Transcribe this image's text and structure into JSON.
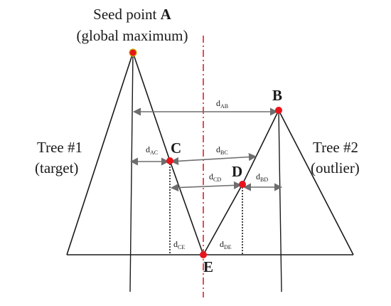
{
  "seed": {
    "line1_prefix": "Seed point ",
    "line1_bold": "A",
    "line2": "(global maximum)"
  },
  "tree1": {
    "name": "Tree #1",
    "role": "(target)"
  },
  "tree2": {
    "name": "Tree #2",
    "role": "(outlier)"
  },
  "points": {
    "B": "B",
    "C": "C",
    "D": "D",
    "E": "E"
  },
  "distances": {
    "AB": {
      "d": "d",
      "sub": "AB"
    },
    "AC": {
      "d": "d",
      "sub": "AC"
    },
    "BC": {
      "d": "d",
      "sub": "BC"
    },
    "CD": {
      "d": "d",
      "sub": "CD"
    },
    "BD": {
      "d": "d",
      "sub": "BD"
    },
    "CE": {
      "d": "d",
      "sub": "CE"
    },
    "DE": {
      "d": "d",
      "sub": "DE"
    }
  },
  "colors": {
    "line": "#1a1a1a",
    "arrow": "#6e6e6e",
    "point_fill": "#e8141c",
    "axis": "#e01f25"
  }
}
